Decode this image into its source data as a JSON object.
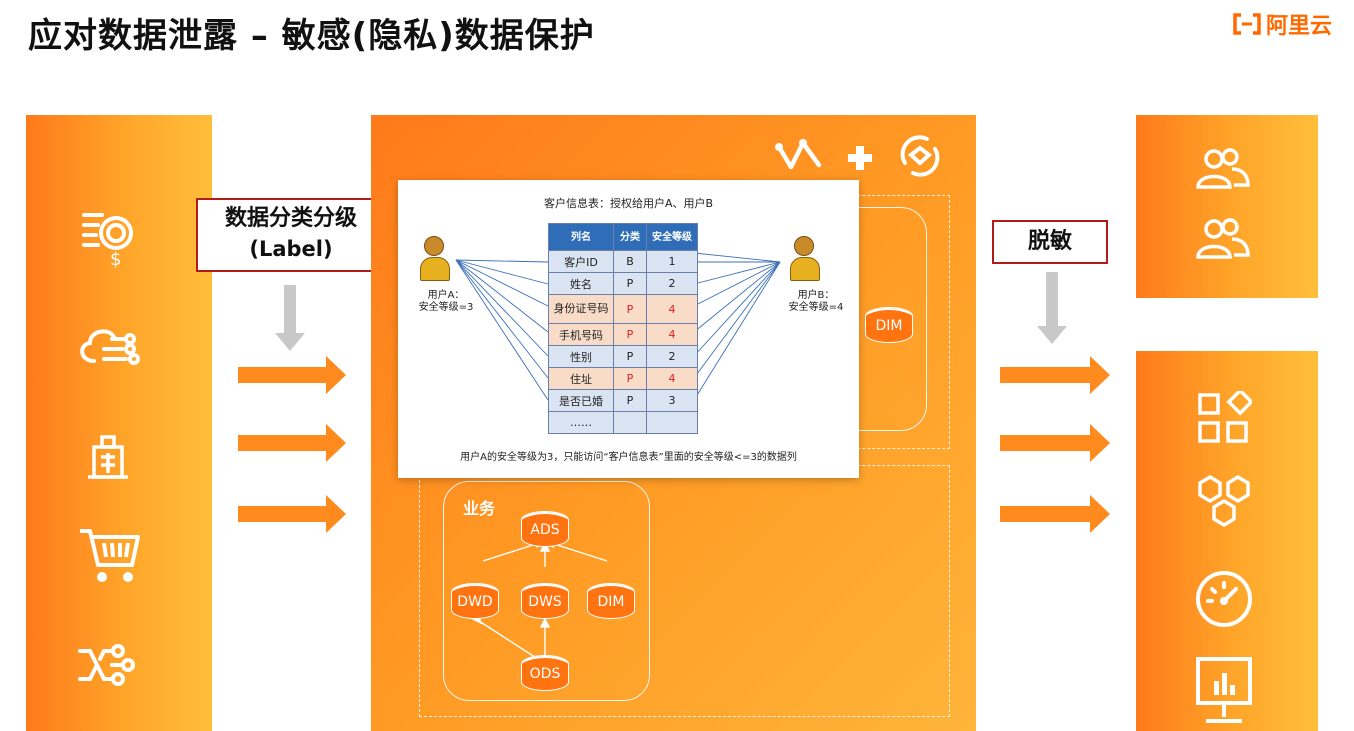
{
  "slide": {
    "title": "应对数据泄露 – 敏感(隐私)数据保护",
    "logo_text": "阿里云",
    "logo_icon": "aliyun-bracket-icon"
  },
  "labels": {
    "classification_line1": "数据分类分级",
    "classification_line2": "(Label)",
    "desensitization": "脱敏",
    "business": "业务"
  },
  "left_icons": [
    "finance-search-icon",
    "cloud-network-icon",
    "building-icon",
    "shopping-cart-icon",
    "flow-split-icon"
  ],
  "mid_top_icons": [
    "graph-icon",
    "plus-icon",
    "sync-icon"
  ],
  "right_top_icons": [
    "users-icon",
    "users-icon"
  ],
  "right_bottom_icons": [
    "apps-grid-icon",
    "hexagons-icon",
    "dashboard-gauge-icon",
    "monitor-chart-icon"
  ],
  "top_db": "DIM",
  "business_db": {
    "ads": "ADS",
    "dwd": "DWD",
    "dws": "DWS",
    "dim": "DIM",
    "ods": "ODS"
  },
  "card": {
    "title": "客户信息表：授权给用户A、用户B",
    "userA_line1": "用户A：",
    "userA_line2": "安全等级=3",
    "userB_line1": "用户B：",
    "userB_line2": "安全等级=4",
    "footer": "用户A的安全等级为3，只能访问“客户信息表”里面的安全等级<=3的数据列",
    "headers": [
      "列名",
      "分类",
      "安全等级"
    ],
    "rows": [
      {
        "name": "客户ID",
        "cls": "B",
        "level": "1"
      },
      {
        "name": "姓名",
        "cls": "P",
        "level": "2"
      },
      {
        "name": "身份证号码",
        "cls": "P",
        "level": "4"
      },
      {
        "name": "手机号码",
        "cls": "P",
        "level": "4"
      },
      {
        "name": "性别",
        "cls": "P",
        "level": "2"
      },
      {
        "name": "住址",
        "cls": "P",
        "level": "4"
      },
      {
        "name": "是否已婚",
        "cls": "P",
        "level": "3"
      },
      {
        "name": "……",
        "cls": "",
        "level": ""
      }
    ]
  },
  "colors": {
    "accent": "#ff6a00",
    "table_header": "#2f6db8",
    "highlight_red": "#e02020",
    "label_border": "#b01c1c"
  }
}
